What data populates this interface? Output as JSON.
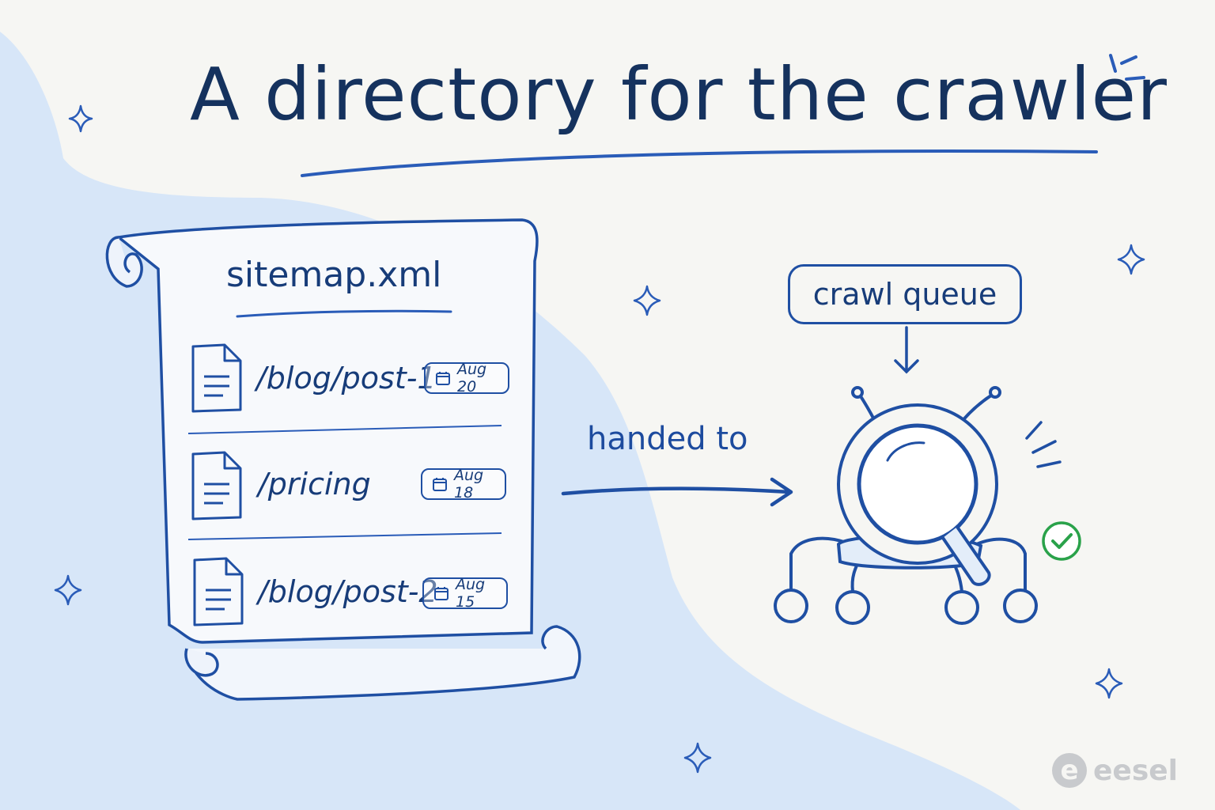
{
  "title": "A directory for the crawler",
  "sitemap": {
    "heading": "sitemap.xml",
    "entries": [
      {
        "path": "/blog/post-1",
        "date": "Aug 20"
      },
      {
        "path": "/pricing",
        "date": "Aug 18"
      },
      {
        "path": "/blog/post-2",
        "date": "Aug 15"
      }
    ]
  },
  "arrow_label": "handed to",
  "queue_label": "crawl queue",
  "brand": "eesel",
  "brand_logo_letter": "e",
  "colors": {
    "ink": "#15325e",
    "line": "#1f4fa3",
    "blob": "#d7e6f8",
    "check": "#2aa24a",
    "background": "#f6f6f3"
  },
  "icons": [
    "document-icon",
    "calendar-icon",
    "sparkle-icon",
    "magnifier-spider-icon",
    "check-circle-icon"
  ]
}
